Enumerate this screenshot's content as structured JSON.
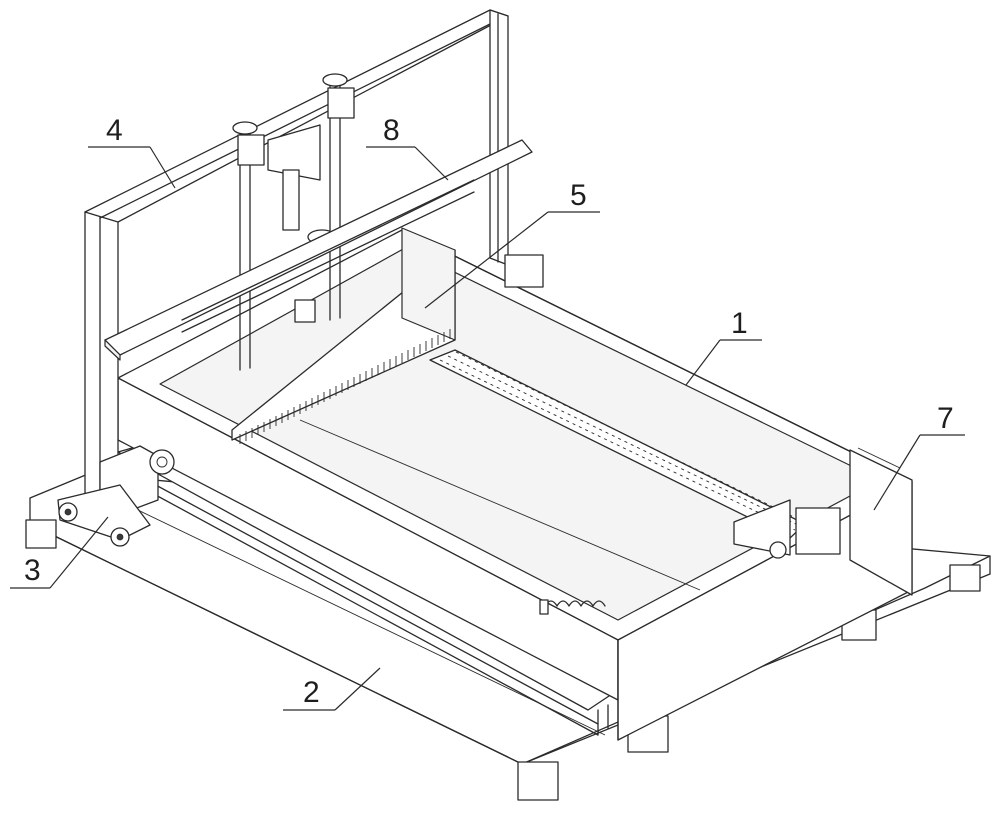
{
  "figure": {
    "callouts": [
      {
        "id": "frame",
        "label": "1"
      },
      {
        "id": "base-rail",
        "label": "2"
      },
      {
        "id": "drive-wheels",
        "label": "3"
      },
      {
        "id": "gantry",
        "label": "4"
      },
      {
        "id": "brush-head",
        "label": "5"
      },
      {
        "id": "end-plate",
        "label": "7"
      },
      {
        "id": "crossbeam",
        "label": "8"
      }
    ],
    "line_color": "#2b2b2b",
    "background": "#ffffff"
  }
}
